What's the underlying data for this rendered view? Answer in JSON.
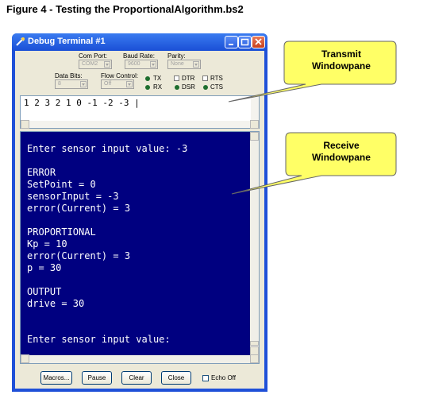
{
  "figure_title": "Figure 4 - Testing the ProportionalAlgorithm.bs2",
  "window": {
    "title": "Debug Terminal #1",
    "com_port_label": "Com Port:",
    "com_port_value": "COM2",
    "baud_rate_label": "Baud Rate:",
    "baud_rate_value": "9600",
    "parity_label": "Parity:",
    "parity_value": "None",
    "data_bits_label": "Data Bits:",
    "data_bits_value": "8",
    "flow_control_label": "Flow Control:",
    "flow_control_value": "Off",
    "tx_label": "TX",
    "rx_label": "RX",
    "dtr_label": "DTR",
    "dsr_label": "DSR",
    "rts_label": "RTS",
    "cts_label": "CTS"
  },
  "transmit_text": "1 2 3 2 1 0 -1 -2 -3 |",
  "receive_lines": [
    "Enter sensor input value: -3",
    "",
    "ERROR",
    "SetPoint = 0",
    "sensorInput = -3",
    "error(Current) = 3",
    "",
    "PROPORTIONAL",
    "Kp = 10",
    "error(Current) = 3",
    "p = 30",
    "",
    "OUTPUT",
    "drive = 30",
    "",
    "",
    "Enter sensor input value:"
  ],
  "buttons": {
    "macros": "Macros...",
    "pause": "Pause",
    "clear": "Clear",
    "close": "Close",
    "echo_off": "Echo Off"
  },
  "callouts": {
    "transmit_line1": "Transmit",
    "transmit_line2": "Windowpane",
    "receive_line1": "Receive",
    "receive_line2": "Windowpane"
  },
  "colors": {
    "receive_background": "#000080",
    "callout_fill": "#ffff66",
    "title_bar": "#1f50d8"
  }
}
